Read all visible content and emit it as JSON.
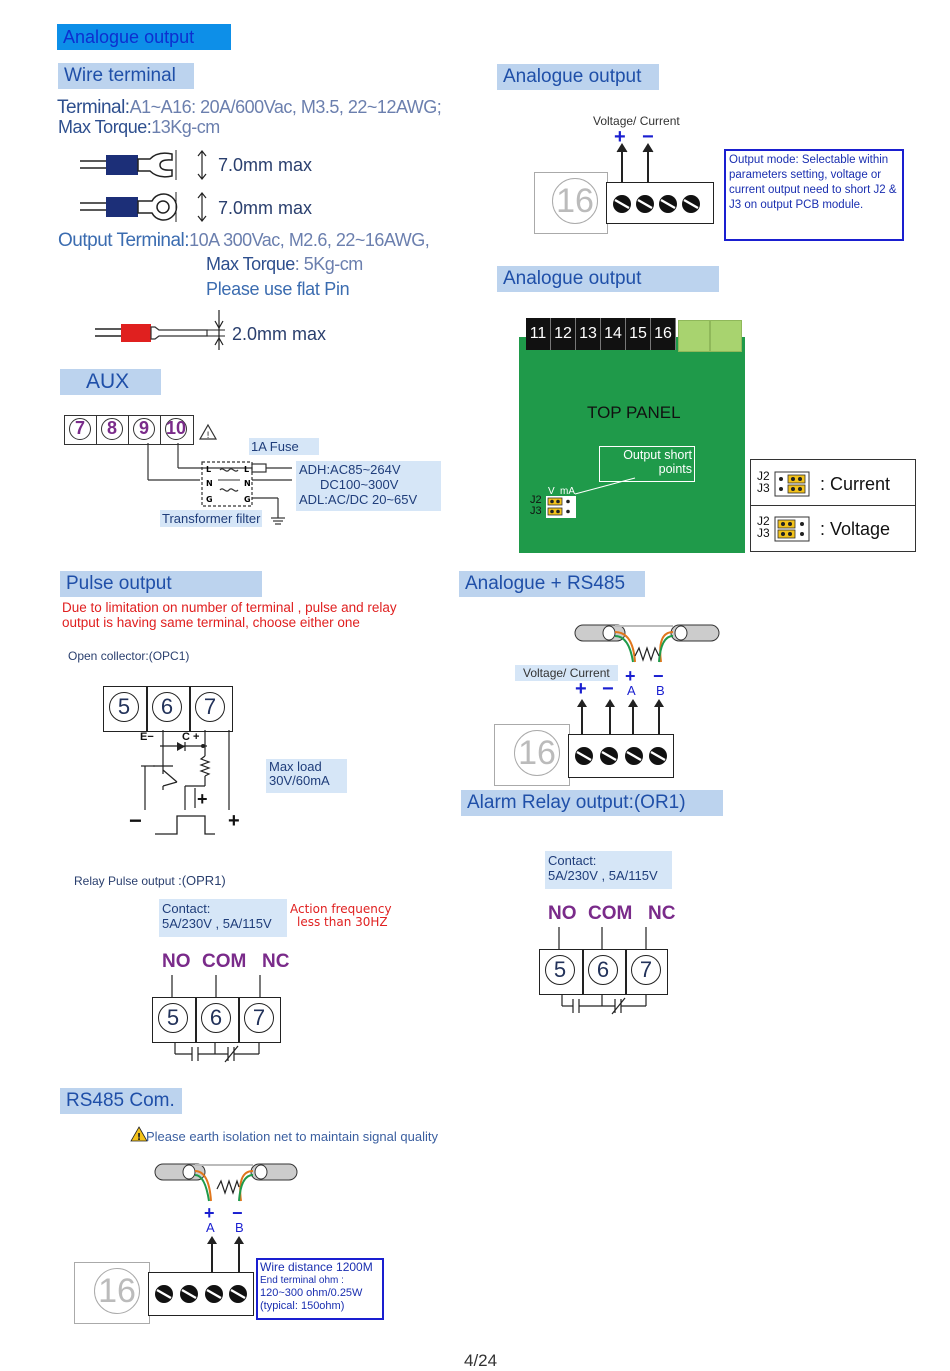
{
  "sections": {
    "analogue_output_top": "Analogue output",
    "wire_terminal": "Wire terminal",
    "analogue_output_right1": "Analogue output",
    "analogue_output_right2": "Analogue output",
    "aux": "AUX",
    "pulse_output": "Pulse  output",
    "analogue_rs485": "Analogue + RS485",
    "alarm_relay": "Alarm Relay output:(OR1)",
    "rs485_com": "RS485 Com."
  },
  "wire_terminal": {
    "terminal_label": "Terminal:",
    "terminal_value": "A1~A16: 20A/600Vac, M3.5, 22~12AWG;",
    "max_torque_label": "Max Torque:",
    "max_torque_value": "13Kg-cm",
    "dim1": "7.0mm max",
    "dim2": "7.0mm max",
    "output_terminal_label": "Output Terminal:",
    "output_terminal_value": "10A 300Vac, M2.6, 22~16AWG,",
    "output_torque_label": "Max Torque",
    "output_torque_value": ": 5Kg-cm",
    "flat_pin": "Please use flat Pin",
    "dim3": "2.0mm max"
  },
  "analogue_output": {
    "voltage_current": "Voltage/ Current",
    "plus": "+",
    "minus": "−",
    "terminal_number": "16",
    "note": "Output mode: Selectable within parameters setting, voltage or current output need to short J2 & J3 on output PCB module."
  },
  "pcb": {
    "terminals": [
      "11",
      "12",
      "13",
      "14",
      "15",
      "16"
    ],
    "top_panel": "TOP PANEL",
    "short_points": "Output short points",
    "v_label": "V",
    "ma_label": "mA",
    "j2": "J2",
    "j3": "J3",
    "current_label": ": Current",
    "voltage_label": ": Voltage"
  },
  "aux": {
    "terminals": [
      "7",
      "8",
      "9",
      "10"
    ],
    "fuse": "1A  Fuse",
    "adh": "ADH:AC85~264V",
    "dc": "DC100~300V",
    "adl": "ADL:AC/DC 20~65V",
    "transformer": "Transformer filter",
    "pins": [
      "L",
      "N",
      "G",
      "L",
      "N",
      "G"
    ]
  },
  "pulse": {
    "note_line1": "Due to limitation on number of terminal , pulse and relay",
    "note_line2": "output is having same terminal, choose either one",
    "open_collector": "Open collector:(OPC1)",
    "terminals": [
      "5",
      "6",
      "7"
    ],
    "e_label": "E−",
    "c_label": "C +",
    "max_load_1": "Max load",
    "max_load_2": "30V/60mA",
    "plus": "+",
    "minus": "−",
    "relay_pulse": "Relay Pulse output",
    "relay_pulse_code": ":(OPR1)",
    "contact_1": "Contact:",
    "contact_2": "5A/230V , 5A/115V",
    "action_1": "Action frequency",
    "action_2": "less than 30HZ",
    "no": "NO",
    "com": "COM",
    "nc": "NC"
  },
  "analogue_rs485": {
    "voltage_current": "Voltage/ Current",
    "a": "A",
    "b": "B",
    "terminal_number": "16"
  },
  "alarm": {
    "contact_1": "Contact:",
    "contact_2": "5A/230V , 5A/115V",
    "no": "NO",
    "com": "COM",
    "nc": "NC",
    "terminals": [
      "5",
      "6",
      "7"
    ]
  },
  "rs485": {
    "warning": "Please earth isolation net to maintain signal quality",
    "a": "A",
    "b": "B",
    "terminal_number": "16",
    "wire_1": "Wire distance 1200M",
    "wire_2": "End terminal ohm :",
    "wire_3": "120~300 ohm/0.25W",
    "wire_4": "(typical: 150ohm)"
  },
  "footer": {
    "page": "4/24"
  },
  "colors": {
    "section_bg": "#bcd3ee",
    "pcb_green": "#1f9a4a",
    "accent_blue": "#1a1fd0"
  }
}
